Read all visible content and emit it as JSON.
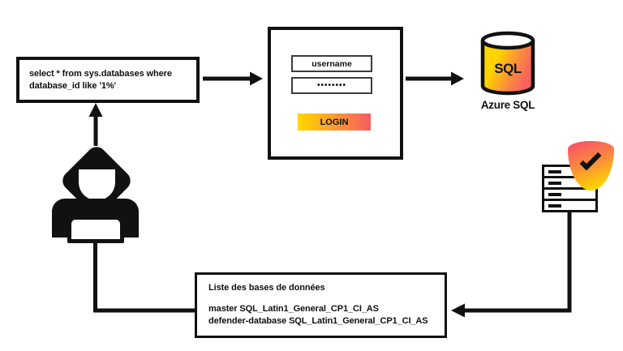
{
  "diagram": {
    "query_box": {
      "line1": "select * from sys.databases where",
      "line2": "database_id like '1%'"
    },
    "login_form": {
      "username_value": "username",
      "password_masked": "••••••••",
      "login_label": "LOGIN"
    },
    "azure_sql": {
      "db_label": "SQL",
      "caption": "Azure SQL"
    },
    "results_box": {
      "title": "Liste des bases de données",
      "rows": [
        "master SQL_Latin1_General_CP1_CI_AS",
        "defender-database SQL_Latin1_General_CP1_CI_AS"
      ]
    },
    "icons": {
      "hacker": "hooded-attacker-icon",
      "server": "database-server-icon",
      "shield": "defender-shield-check-icon",
      "database": "sql-cylinder-icon"
    }
  },
  "colors": {
    "yellow": "#FFD400",
    "orange": "#FB8C3C",
    "red": "#F7615F",
    "pink": "#F8506B",
    "ink": "#111111",
    "bg": "#FFFFFF"
  }
}
